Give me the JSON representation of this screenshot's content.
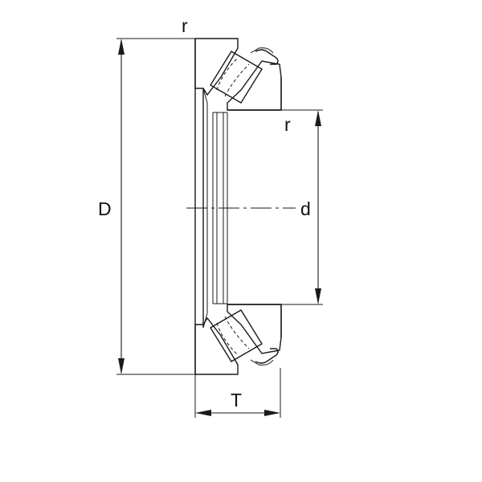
{
  "labels": {
    "r_top": "r",
    "r_right": "r",
    "D": "D",
    "d": "d",
    "T": "T"
  }
}
